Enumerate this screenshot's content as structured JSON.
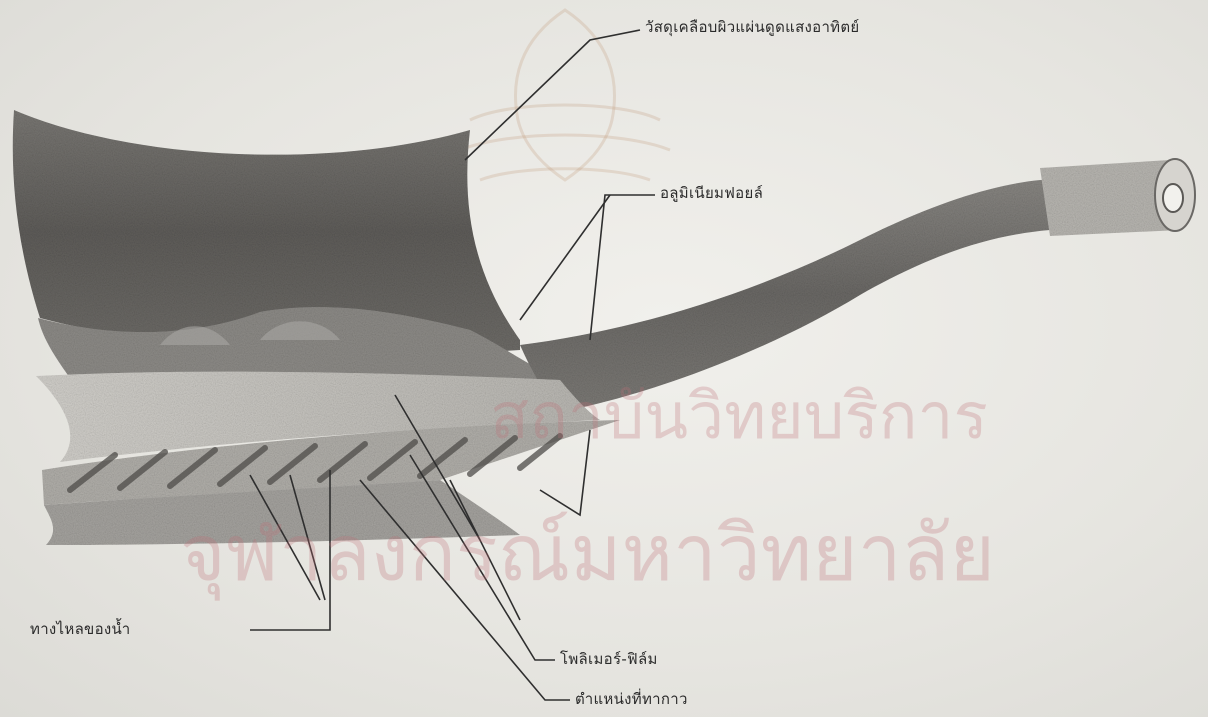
{
  "diagram": {
    "labels": {
      "coating": "วัสดุเคลือบผิวแผ่นดูดแสงอาทิตย์",
      "foil": "อลูมิเนียมฟอยล์",
      "polymer_film": "โพลิเมอร์-ฟิล์ม",
      "water_channels": "ทางไหลของน้ำ",
      "glue_position": "ตำแหน่งที่ทากาว"
    },
    "watermark": {
      "line1": "สถาบันวิทยบริการ",
      "line2": "จุฬาลงกรณ์มหาวิทยาลัย"
    }
  },
  "colors": {
    "ink": "#2b2b2b",
    "dark_sheet": "#6f6d6a",
    "mid_layer": "#9c9a96",
    "light_layer": "#c9c7c2",
    "watermark": "#c88a94"
  }
}
